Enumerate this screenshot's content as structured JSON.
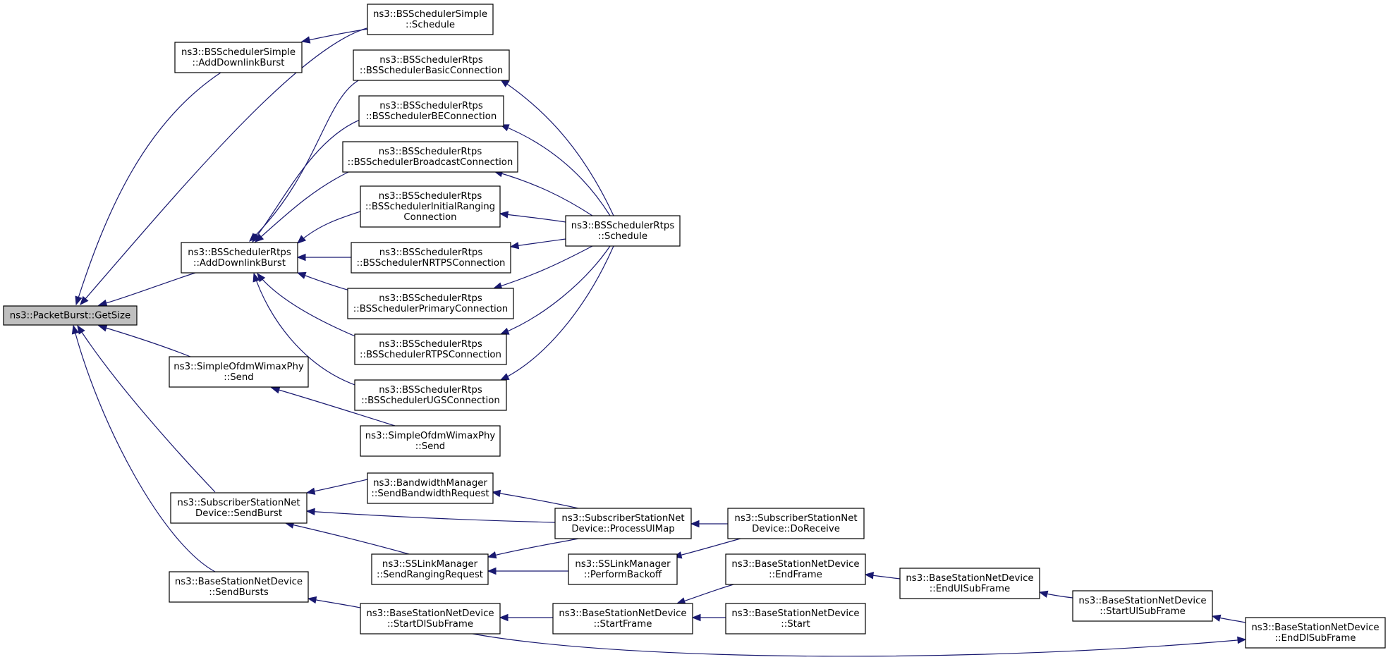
{
  "nodes": [
    {
      "id": "getsize",
      "lines": [
        "ns3::PacketBurst::GetSize"
      ],
      "highlight": true
    },
    {
      "id": "simple_adl",
      "lines": [
        "ns3::BSSchedulerSimple",
        "::AddDownlinkBurst"
      ]
    },
    {
      "id": "simple_sched",
      "lines": [
        "ns3::BSSchedulerSimple",
        "::Schedule"
      ]
    },
    {
      "id": "rtps_adl",
      "lines": [
        "ns3::BSSchedulerRtps",
        "::AddDownlinkBurst"
      ]
    },
    {
      "id": "rtps_basic",
      "lines": [
        "ns3::BSSchedulerRtps",
        "::BSSchedulerBasicConnection"
      ]
    },
    {
      "id": "rtps_be",
      "lines": [
        "ns3::BSSchedulerRtps",
        "::BSSchedulerBEConnection"
      ]
    },
    {
      "id": "rtps_bcast",
      "lines": [
        "ns3::BSSchedulerRtps",
        "::BSSchedulerBroadcastConnection"
      ]
    },
    {
      "id": "rtps_init",
      "lines": [
        "ns3::BSSchedulerRtps",
        "::BSSchedulerInitialRanging",
        "Connection"
      ]
    },
    {
      "id": "rtps_nrtps",
      "lines": [
        "ns3::BSSchedulerRtps",
        "::BSSchedulerNRTPSConnection"
      ]
    },
    {
      "id": "rtps_primary",
      "lines": [
        "ns3::BSSchedulerRtps",
        "::BSSchedulerPrimaryConnection"
      ]
    },
    {
      "id": "rtps_rtps",
      "lines": [
        "ns3::BSSchedulerRtps",
        "::BSSchedulerRTPSConnection"
      ]
    },
    {
      "id": "rtps_ugs",
      "lines": [
        "ns3::BSSchedulerRtps",
        "::BSSchedulerUGSConnection"
      ]
    },
    {
      "id": "rtps_sched",
      "lines": [
        "ns3::BSSchedulerRtps",
        "::Schedule"
      ]
    },
    {
      "id": "ofdm_send1",
      "lines": [
        "ns3::SimpleOfdmWimaxPhy",
        "::Send"
      ]
    },
    {
      "id": "ofdm_send2",
      "lines": [
        "ns3::SimpleOfdmWimaxPhy",
        "::Send"
      ]
    },
    {
      "id": "ss_sendburst",
      "lines": [
        "ns3::SubscriberStationNet",
        "Device::SendBurst"
      ]
    },
    {
      "id": "bw_sendreq",
      "lines": [
        "ns3::BandwidthManager",
        "::SendBandwidthRequest"
      ]
    },
    {
      "id": "ss_processul",
      "lines": [
        "ns3::SubscriberStationNet",
        "Device::ProcessUlMap"
      ]
    },
    {
      "id": "ss_doreceive",
      "lines": [
        "ns3::SubscriberStationNet",
        "Device::DoReceive"
      ]
    },
    {
      "id": "sslm_sendrng",
      "lines": [
        "ns3::SSLinkManager",
        "::SendRangingRequest"
      ]
    },
    {
      "id": "sslm_backoff",
      "lines": [
        "ns3::SSLinkManager",
        "::PerformBackoff"
      ]
    },
    {
      "id": "bs_sendbursts",
      "lines": [
        "ns3::BaseStationNetDevice",
        "::SendBursts"
      ]
    },
    {
      "id": "bs_startdl",
      "lines": [
        "ns3::BaseStationNetDevice",
        "::StartDlSubFrame"
      ]
    },
    {
      "id": "bs_startframe",
      "lines": [
        "ns3::BaseStationNetDevice",
        "::StartFrame"
      ]
    },
    {
      "id": "bs_endframe",
      "lines": [
        "ns3::BaseStationNetDevice",
        "::EndFrame"
      ]
    },
    {
      "id": "bs_start",
      "lines": [
        "ns3::BaseStationNetDevice",
        "::Start"
      ]
    },
    {
      "id": "bs_endul",
      "lines": [
        "ns3::BaseStationNetDevice",
        "::EndUlSubFrame"
      ]
    },
    {
      "id": "bs_startul",
      "lines": [
        "ns3::BaseStationNetDevice",
        "::StartUlSubFrame"
      ]
    },
    {
      "id": "bs_enddl",
      "lines": [
        "ns3::BaseStationNetDevice",
        "::EndDlSubFrame"
      ]
    }
  ],
  "edges": [
    {
      "from": "simple_adl",
      "to": "getsize"
    },
    {
      "from": "simple_sched",
      "to": "getsize"
    },
    {
      "from": "rtps_adl",
      "to": "getsize"
    },
    {
      "from": "ofdm_send1",
      "to": "getsize"
    },
    {
      "from": "ss_sendburst",
      "to": "getsize"
    },
    {
      "from": "bs_sendbursts",
      "to": "getsize"
    },
    {
      "from": "simple_sched",
      "to": "simple_adl"
    },
    {
      "from": "rtps_basic",
      "to": "rtps_adl"
    },
    {
      "from": "rtps_be",
      "to": "rtps_adl"
    },
    {
      "from": "rtps_bcast",
      "to": "rtps_adl"
    },
    {
      "from": "rtps_init",
      "to": "rtps_adl"
    },
    {
      "from": "rtps_nrtps",
      "to": "rtps_adl"
    },
    {
      "from": "rtps_primary",
      "to": "rtps_adl"
    },
    {
      "from": "rtps_rtps",
      "to": "rtps_adl"
    },
    {
      "from": "rtps_ugs",
      "to": "rtps_adl"
    },
    {
      "from": "rtps_sched",
      "to": "rtps_basic"
    },
    {
      "from": "rtps_sched",
      "to": "rtps_be"
    },
    {
      "from": "rtps_sched",
      "to": "rtps_bcast"
    },
    {
      "from": "rtps_sched",
      "to": "rtps_init"
    },
    {
      "from": "rtps_sched",
      "to": "rtps_nrtps"
    },
    {
      "from": "rtps_sched",
      "to": "rtps_primary"
    },
    {
      "from": "rtps_sched",
      "to": "rtps_rtps"
    },
    {
      "from": "rtps_sched",
      "to": "rtps_ugs"
    },
    {
      "from": "ofdm_send2",
      "to": "ofdm_send1"
    },
    {
      "from": "bw_sendreq",
      "to": "ss_sendburst"
    },
    {
      "from": "ss_processul",
      "to": "ss_sendburst"
    },
    {
      "from": "sslm_sendrng",
      "to": "ss_sendburst"
    },
    {
      "from": "ss_processul",
      "to": "bw_sendreq"
    },
    {
      "from": "ss_processul",
      "to": "sslm_sendrng"
    },
    {
      "from": "sslm_backoff",
      "to": "sslm_sendrng"
    },
    {
      "from": "ss_doreceive",
      "to": "ss_processul"
    },
    {
      "from": "ss_doreceive",
      "to": "sslm_backoff"
    },
    {
      "from": "bs_startdl",
      "to": "bs_sendbursts"
    },
    {
      "from": "bs_startframe",
      "to": "bs_startdl"
    },
    {
      "from": "bs_endframe",
      "to": "bs_startframe"
    },
    {
      "from": "bs_start",
      "to": "bs_startframe"
    },
    {
      "from": "bs_endul",
      "to": "bs_endframe"
    },
    {
      "from": "bs_startul",
      "to": "bs_endul"
    },
    {
      "from": "bs_enddl",
      "to": "bs_startul"
    },
    {
      "from": "bs_startdl",
      "to": "bs_enddl"
    }
  ],
  "colors": {
    "edge": "#191970",
    "node_border": "#000000",
    "node_fill": "#ffffff",
    "highlight_fill": "#bfbfbf"
  }
}
